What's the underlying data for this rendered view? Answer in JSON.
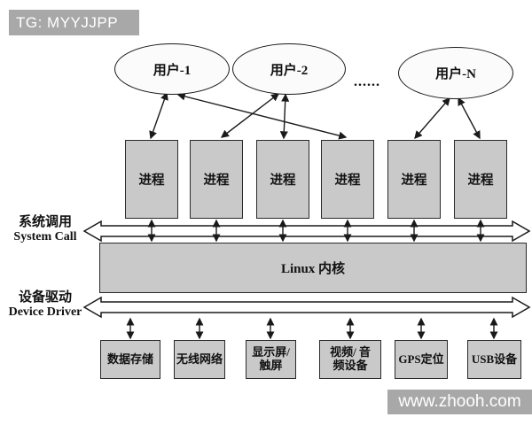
{
  "watermarks": {
    "top_left": "TG: MYYJJPP",
    "bottom_right": "www.zhooh.com"
  },
  "users": {
    "items": [
      {
        "label": "用户-1"
      },
      {
        "label": "用户-2"
      },
      {
        "label": "用户-N"
      }
    ],
    "ellipsis": "......"
  },
  "processes": {
    "items": [
      {
        "label": "进程"
      },
      {
        "label": "进程"
      },
      {
        "label": "进程"
      },
      {
        "label": "进程"
      },
      {
        "label": "进程"
      },
      {
        "label": "进程"
      }
    ]
  },
  "layers": {
    "system_call": {
      "zh": "系统调用",
      "en": "System Call"
    },
    "kernel": {
      "label": "Linux 内核"
    },
    "device_driver": {
      "zh": "设备驱动",
      "en": "Device Driver"
    }
  },
  "devices": {
    "items": [
      {
        "label": "数据存储"
      },
      {
        "label": "无线网络"
      },
      {
        "label": "显示屏/\n触屏"
      },
      {
        "label": "视频/ 音\n频设备"
      },
      {
        "label": "GPS定位"
      },
      {
        "label": "USB设备"
      }
    ]
  },
  "colors": {
    "box_fill": "#c9c9c9",
    "badge_bg": "#a8a8a8",
    "ellipse_fill": "#fbfbfb",
    "arrow": "#1a1a1a"
  }
}
